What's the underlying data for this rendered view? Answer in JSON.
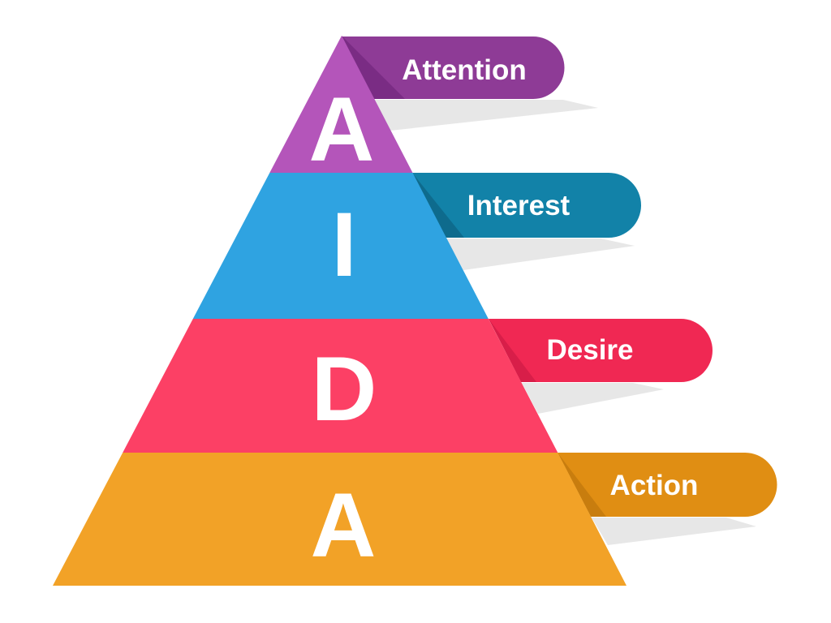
{
  "diagram": {
    "name": "AIDA funnel pyramid",
    "stages": [
      {
        "letter": "A",
        "label": "Attention",
        "tier_color": "#b455ba",
        "tab_color": "#8e3b96",
        "fold_color": "#7a2c84"
      },
      {
        "letter": "I",
        "label": "Interest",
        "tier_color": "#2fa3e1",
        "tab_color": "#1282a8",
        "fold_color": "#0e6b8d"
      },
      {
        "letter": "D",
        "label": "Desire",
        "tier_color": "#fc4065",
        "tab_color": "#f02853",
        "fold_color": "#d81e49"
      },
      {
        "letter": "A",
        "label": "Action",
        "tier_color": "#f2a227",
        "tab_color": "#e08e13",
        "fold_color": "#c87d0e"
      }
    ],
    "colors": {
      "background": "#ffffff",
      "shadow": "#e7e7e7",
      "text": "#ffffff"
    }
  }
}
